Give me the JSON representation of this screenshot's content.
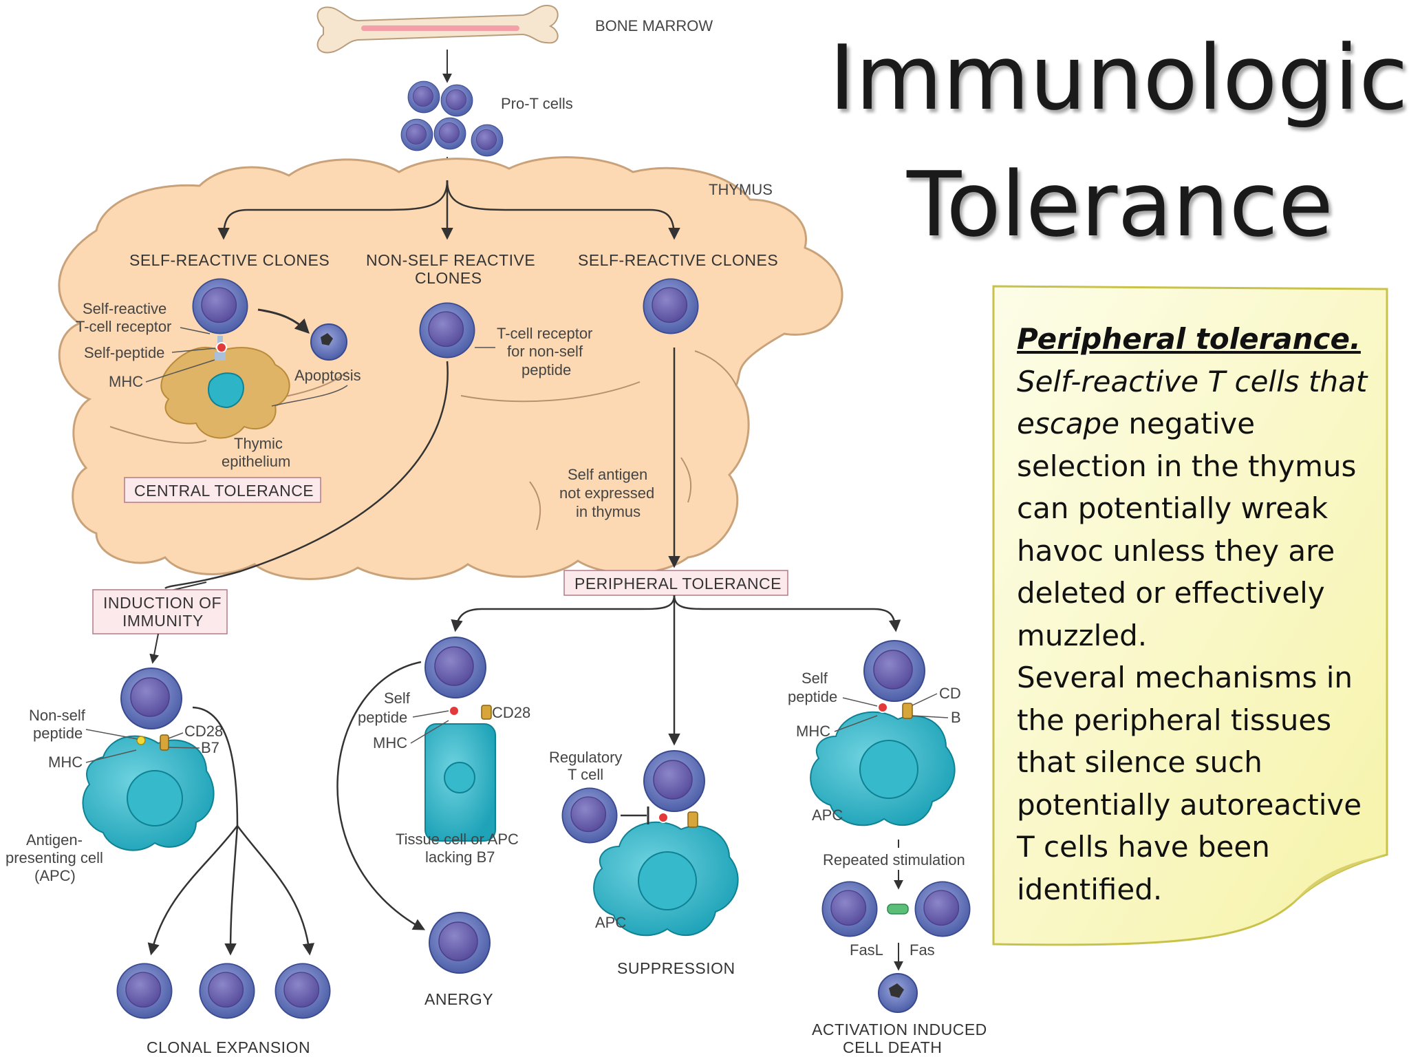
{
  "title": {
    "line1": "Immunologic",
    "line2": "Tolerance"
  },
  "note": {
    "heading": "Peripheral tolerance.",
    "italic_lead": "Self-reactive T cells that escape",
    "text1": " negative selection in the thymus can potentially wreak havoc unless they are deleted or effectively muzzled.",
    "text2": "Several mechanisms in the peripheral tissues that silence such potentially autoreactive T cells have been identified."
  },
  "labels": {
    "bone_marrow": "BONE MARROW",
    "pro_t": "Pro-T cells",
    "thymus": "THYMUS",
    "self_reactive_left": "SELF-REACTIVE CLONES",
    "nonself_1": "NON-SELF REACTIVE",
    "nonself_2": "CLONES",
    "self_reactive_right": "SELF-REACTIVE CLONES",
    "srtcr_1": "Self-reactive",
    "srtcr_2": "T-cell receptor",
    "self_peptide": "Self-peptide",
    "mhc": "MHC",
    "apoptosis": "Apoptosis",
    "tcr_ns_1": "T-cell receptor",
    "tcr_ns_2": "for non-self",
    "tcr_ns_3": "peptide",
    "thymic_1": "Thymic",
    "thymic_2": "epithelium",
    "central_tolerance": "CENTRAL TOLERANCE",
    "self_ag_1": "Self antigen",
    "self_ag_2": "not expressed",
    "self_ag_3": "in thymus",
    "peripheral_tolerance": "PERIPHERAL TOLERANCE",
    "induction_1": "INDUCTION OF",
    "induction_2": "IMMUNITY",
    "nonself_pep_1": "Non-self",
    "nonself_pep_2": "peptide",
    "cd28": "CD28",
    "b7": "B7",
    "apc_1": "Antigen-",
    "apc_2": "presenting cell",
    "apc_3": "(APC)",
    "clonal_expansion": "CLONAL EXPANSION",
    "self_1": "Self",
    "peptide": "peptide",
    "tissue_1": "Tissue cell or APC",
    "tissue_2": "lacking B7",
    "anergy": "ANERGY",
    "regulatory_1": "Regulatory",
    "regulatory_2": "T cell",
    "apc": "APC",
    "suppression": "SUPPRESSION",
    "cd": "CD",
    "b": "B",
    "repeated": "Repeated stimulation",
    "fasl": "FasL",
    "fas": "Fas",
    "aicd_1": "ACTIVATION INDUCED",
    "aicd_2": "CELL DEATH"
  }
}
